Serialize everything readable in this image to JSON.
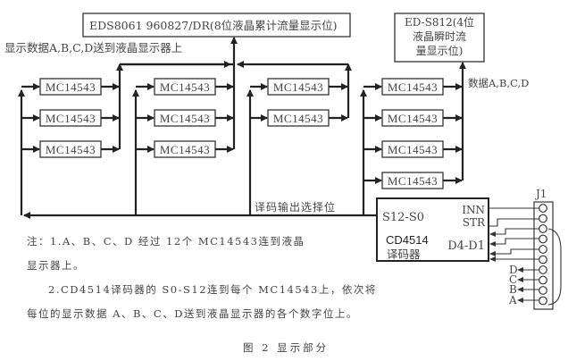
{
  "diagram": {
    "top_display_label": "EDS8061 960827/DR(8位液晶累计流量显示位)",
    "right_display_label_lines": [
      "ED-S812(4位",
      "液晶瞬时流",
      "量显示位)"
    ],
    "data_to_lcd_label": "显示数据A,B,C,D送到液晶显示器上",
    "data_abcd_label": "数据A,B,C,D",
    "decode_select_label": "译码输出选择位",
    "chip_label": "MC14543",
    "columns": [
      {
        "chips": [
          "MC14543",
          "MC14543",
          "MC14543"
        ]
      },
      {
        "chips": [
          "MC14543",
          "MC14543",
          "MC14543"
        ]
      },
      {
        "chips": [
          "MC14543",
          "MC14543"
        ]
      },
      {
        "chips": [
          "MC14543",
          "MC14543",
          "MC14543",
          "MC14543"
        ]
      }
    ],
    "decoder": {
      "pin_left": "S12-S0",
      "pin_inn": "INN",
      "pin_str": "STR",
      "pin_d": "D4-D1",
      "name": "CD4514",
      "subtitle": "译码器"
    },
    "connector": {
      "name": "J1",
      "pin_count": 10,
      "outputs": [
        "D",
        "C",
        "B",
        "A"
      ]
    }
  },
  "notes": {
    "line1": "注：1.A、B、C、D 经过 12个 MC14543连到液晶",
    "line2": "显示器上。",
    "line3": "2.CD4514译码器的 S0-S12连到每个 MC14543上，依次将",
    "line4": "每位的显示数据 A、B、C、D送到液晶显示器的各个数字位上。"
  },
  "caption": "图 2 显示部分"
}
